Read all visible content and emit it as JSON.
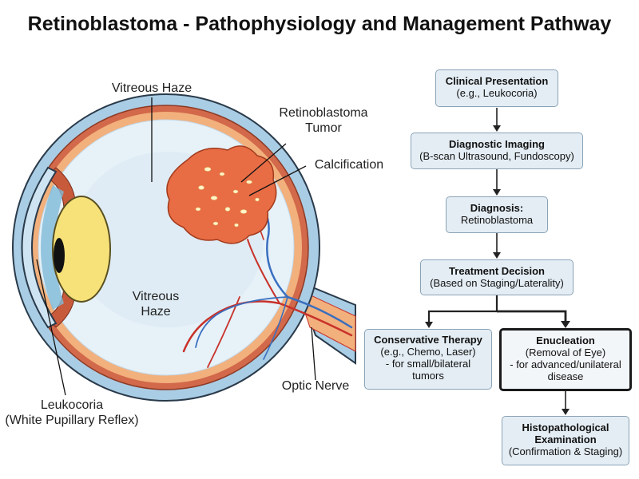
{
  "title": "Retinoblastoma - Pathophysiology and Management Pathway",
  "anatomy_labels": {
    "vitreous_haze_top": "Vitreous Haze",
    "tumor_line1": "Retinoblastoma",
    "tumor_line2": "Tumor",
    "calcification": "Calcification",
    "vitreous_haze_mid_line1": "Vitreous",
    "vitreous_haze_mid_line2": "Haze",
    "optic_nerve": "Optic Nerve",
    "leukocoria_line1": "Leukocoria",
    "leukocoria_line2": "(White Pupillary Reflex)"
  },
  "flow": {
    "clinical": {
      "title": "Clinical Presentation",
      "sub": "(e.g., Leukocoria)"
    },
    "imaging": {
      "title": "Diagnostic Imaging",
      "sub": "(B-scan Ultrasound, Fundoscopy)"
    },
    "diagnosis": {
      "title": "Diagnosis:",
      "sub": "Retinoblastoma"
    },
    "treatment": {
      "title": "Treatment Decision",
      "sub": "(Based on Staging/Laterality)"
    },
    "conservative": {
      "title": "Conservative Therapy",
      "sub1": "(e.g., Chemo, Laser)",
      "sub2": "- for small/bilateral",
      "sub3": "tumors"
    },
    "enucleation": {
      "title": "Enucleation",
      "sub1": "(Removal of Eye)",
      "sub2": "- for advanced/unilateral",
      "sub3": "disease"
    },
    "histo": {
      "title1": "Histopathological",
      "title2": "Examination",
      "sub": "(Confirmation & Staging)"
    }
  },
  "colors": {
    "box_fill": "#e4edf4",
    "box_border": "#8aa3b6",
    "sclera": "#a9cde4",
    "choroid": "#d2694a",
    "retina": "#f2b07c",
    "vitreous": "#e6f1f8",
    "lens": "#f7e27a",
    "tumor": "#e86d45",
    "artery": "#c8322a",
    "vein": "#3a6fbf"
  }
}
